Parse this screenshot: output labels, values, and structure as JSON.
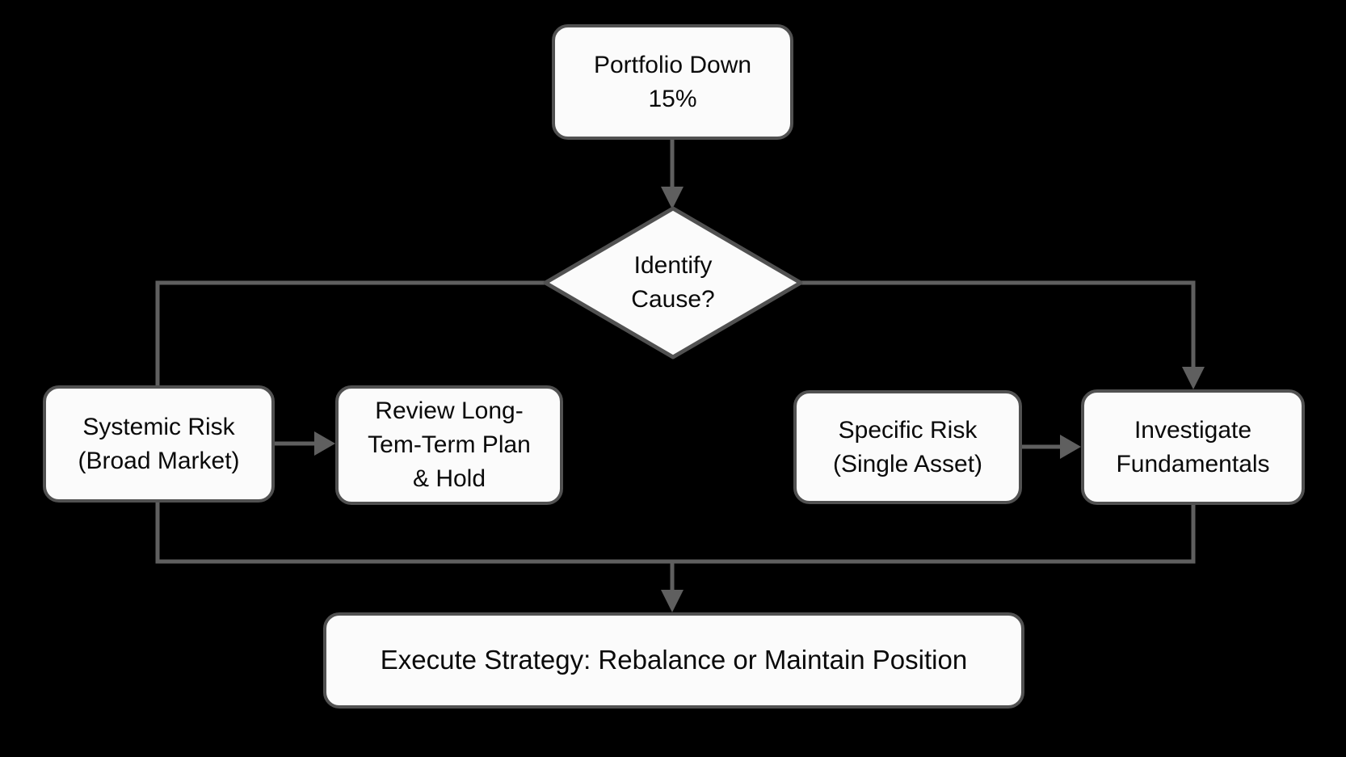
{
  "diagram": {
    "type": "flowchart",
    "background_color": "#000000",
    "node_fill_color": "#fbfbfb",
    "node_border_color": "#515151",
    "connector_color": "#5f5f5f",
    "text_color": "#0a0a0a",
    "nodes": {
      "start": {
        "shape": "rounded-rect",
        "label": "Portfolio Down 15%"
      },
      "decision": {
        "shape": "diamond",
        "label": "Identify Cause?"
      },
      "systemic": {
        "shape": "rounded-rect",
        "label": "Systemic Risk (Broad Market)"
      },
      "review": {
        "shape": "rounded-rect",
        "label": "Review Long-Tem-Term Plan & Hold"
      },
      "specific": {
        "shape": "rounded-rect",
        "label": "Specific Risk (Single Asset)"
      },
      "investigate": {
        "shape": "rounded-rect",
        "label": "Investigate Fundamentals"
      },
      "execute": {
        "shape": "rounded-rect",
        "label": "Execute Strategy: Rebalance or Maintain Position"
      }
    },
    "edges": [
      {
        "from": "start",
        "to": "decision",
        "arrowhead": true
      },
      {
        "from": "decision",
        "to": "systemic",
        "arrowhead": false
      },
      {
        "from": "decision",
        "to": "investigate",
        "arrowhead": true
      },
      {
        "from": "systemic",
        "to": "review",
        "arrowhead": true
      },
      {
        "from": "specific",
        "to": "investigate",
        "arrowhead": true
      },
      {
        "from": "systemic",
        "to": "execute",
        "arrowhead": true
      },
      {
        "from": "investigate",
        "to": "execute",
        "arrowhead": true
      }
    ]
  }
}
